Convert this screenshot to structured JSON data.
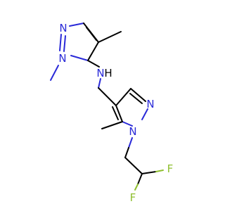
{
  "molecule": {
    "colors": {
      "bond": "#000000",
      "nitrogen": "#2a2ad8",
      "fluorine": "#8fbf2f"
    },
    "atoms": {
      "n_ring1_top": "N",
      "n_ring1_methyl": "N",
      "n_amine": "N",
      "h_amine": "H",
      "n_ring2_top": "N",
      "n_ring2_sub": "N",
      "f_left": "F",
      "f_right": "F"
    }
  }
}
